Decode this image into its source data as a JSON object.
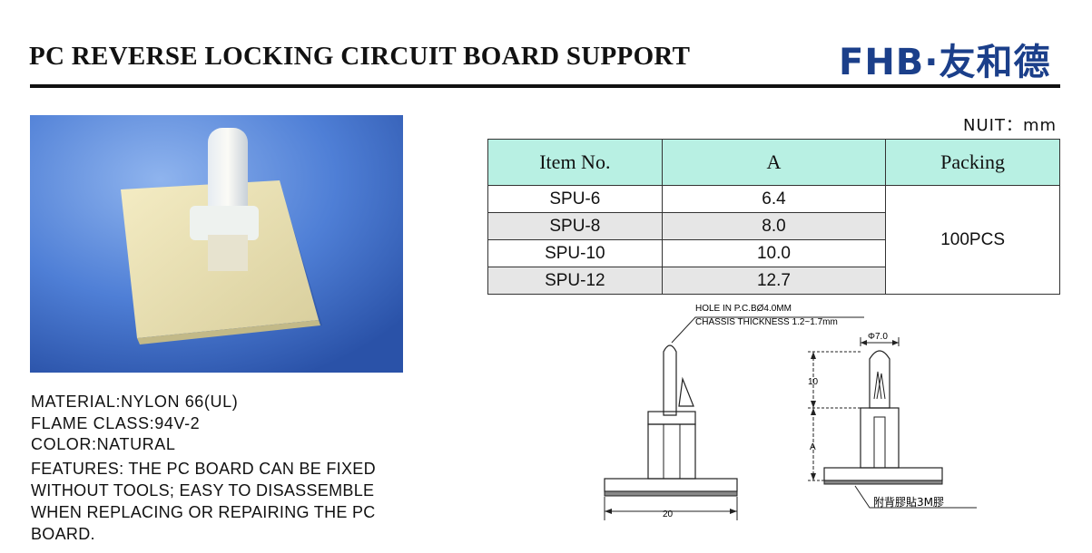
{
  "header": {
    "title": "PC REVERSE LOCKING CIRCUIT BOARD SUPPORT",
    "logo": "FHB·友和德"
  },
  "specs": {
    "material": "MATERIAL:NYLON 66(UL)",
    "flame": "FLAME CLASS:94V-2",
    "color": "COLOR:NATURAL",
    "features": "FEATURES: THE PC BOARD CAN BE FIXED WITHOUT TOOLS; EASY TO DISASSEMBLE WHEN REPLACING OR REPAIRING THE PC BOARD."
  },
  "unit": "NUIT：mm",
  "table": {
    "headers": [
      "Item No.",
      "A",
      "Packing"
    ],
    "rows": [
      {
        "item": "SPU-6",
        "a": "6.4"
      },
      {
        "item": "SPU-8",
        "a": "8.0"
      },
      {
        "item": "SPU-10",
        "a": "10.0"
      },
      {
        "item": "SPU-12",
        "a": "12.7"
      }
    ],
    "packing": "100PCS"
  },
  "drawing": {
    "note1": "HOLE IN P.C.BØ4.0MM",
    "note2": "CHASSIS THICKNESS 1.2~1.7mm",
    "dia": "Φ7.0",
    "dim_10": "10",
    "dim_a": "A",
    "dim_20": "20",
    "tape": "附背膠貼3M膠"
  },
  "colors": {
    "header_fill": "#b8f0e3",
    "shade": "#e6e6e6",
    "logo": "#1b3f8a"
  }
}
